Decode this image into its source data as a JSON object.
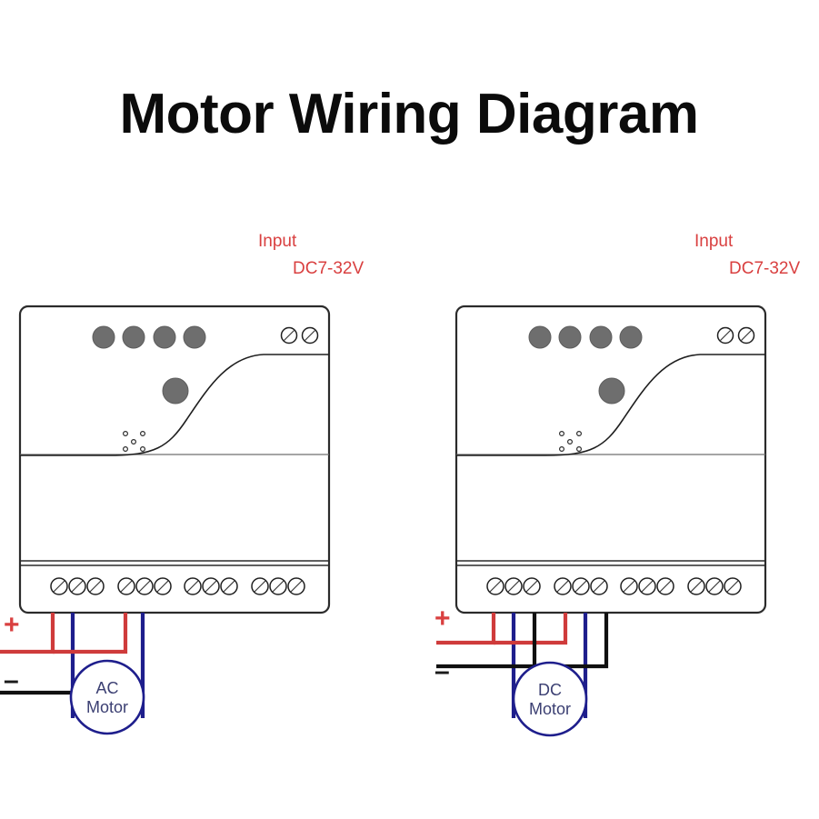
{
  "page": {
    "title": "Motor Wiring Diagram",
    "background_color": "#ffffff"
  },
  "colors": {
    "title": "#0b0b0b",
    "input_label": "#d94040",
    "wire_red": "#cf3b3b",
    "wire_blue": "#1e1e8c",
    "wire_black": "#101010",
    "motor_outline": "#1e1e8c",
    "knob_gray": "#6e6e6e",
    "case_outline": "#2b2b2b"
  },
  "panels": [
    {
      "id": "left-panel",
      "motor_type": "AC",
      "input": {
        "line1": "Input",
        "line2": "DC7-32V"
      },
      "polarity": {
        "positive": "+",
        "negative": "–"
      },
      "motor": {
        "line1": "AC",
        "line2": "Motor"
      },
      "device": {
        "knob_count": 4,
        "center_knob_count": 1,
        "top_screw_count": 2,
        "terminal_groups": 4,
        "terminals_per_group": 3,
        "terminal_count_total": 12,
        "micro_dot_count": 5
      },
      "wires": [
        {
          "color": "red",
          "label": "+"
        },
        {
          "color": "blue",
          "label": ""
        },
        {
          "color": "red",
          "label": "+"
        },
        {
          "color": "blue",
          "label": ""
        },
        {
          "color": "black",
          "label": "–"
        }
      ],
      "wire_count": 4
    },
    {
      "id": "right-panel",
      "motor_type": "DC",
      "input": {
        "line1": "Input",
        "line2": "DC7-32V"
      },
      "polarity": {
        "positive": "+",
        "negative": "–"
      },
      "motor": {
        "line1": "DC",
        "line2": "Motor"
      },
      "device": {
        "knob_count": 4,
        "center_knob_count": 1,
        "top_screw_count": 2,
        "terminal_groups": 4,
        "terminals_per_group": 3,
        "terminal_count_total": 12,
        "micro_dot_count": 5
      },
      "wires": [
        {
          "color": "red",
          "label": "+"
        },
        {
          "color": "blue",
          "label": ""
        },
        {
          "color": "black",
          "label": "–"
        },
        {
          "color": "red",
          "label": "+"
        },
        {
          "color": "blue",
          "label": ""
        },
        {
          "color": "black",
          "label": "–"
        }
      ],
      "wire_count": 6
    }
  ]
}
